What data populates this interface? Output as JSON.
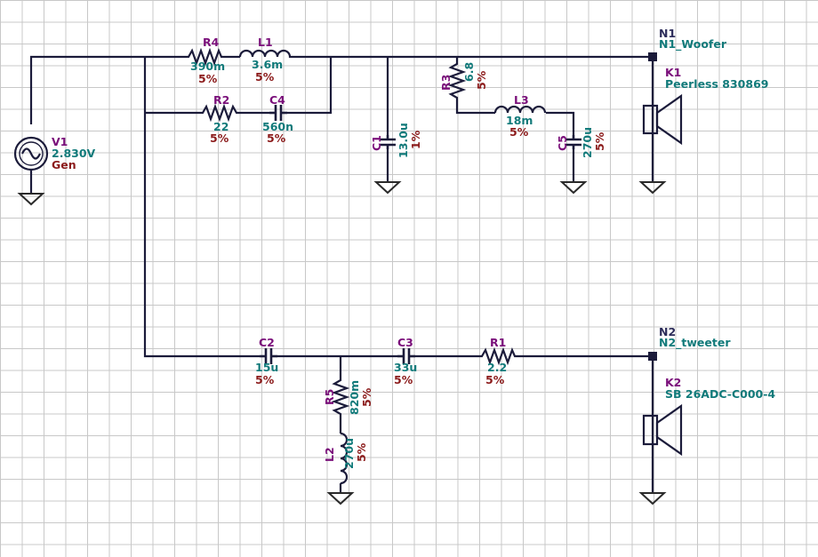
{
  "colors": {
    "wire": "#1b1b3a",
    "grid": "#c8c8c8",
    "reference": "#7a0f7a",
    "value": "#117a7a",
    "tolerance": "#8b1a1a"
  },
  "source": {
    "ref": "V1",
    "value": "2.830V",
    "name": "Gen"
  },
  "nodes": [
    {
      "id": "N1",
      "name": "N1_Woofer"
    },
    {
      "id": "N2",
      "name": "N2_tweeter"
    }
  ],
  "drivers": [
    {
      "ref": "K1",
      "model": "Peerless 830869"
    },
    {
      "ref": "K2",
      "model": "SB 26ADC-C000-4"
    }
  ],
  "components": {
    "R4": {
      "ref": "R4",
      "value": "390m",
      "tol": "5%"
    },
    "L1": {
      "ref": "L1",
      "value": "3.6m",
      "tol": "5%"
    },
    "R2": {
      "ref": "R2",
      "value": "22",
      "tol": "5%"
    },
    "C4": {
      "ref": "C4",
      "value": "560n",
      "tol": "5%"
    },
    "C1": {
      "ref": "C1",
      "value": "13.0u",
      "tol": "1%"
    },
    "R3": {
      "ref": "R3",
      "value": "6.8",
      "tol": "5%"
    },
    "L3": {
      "ref": "L3",
      "value": "18m",
      "tol": "5%"
    },
    "C5": {
      "ref": "C5",
      "value": "270u",
      "tol": "5%"
    },
    "C2": {
      "ref": "C2",
      "value": "15u",
      "tol": "5%"
    },
    "C3": {
      "ref": "C3",
      "value": "33u",
      "tol": "5%"
    },
    "R1": {
      "ref": "R1",
      "value": "2.2",
      "tol": "5%"
    },
    "R5": {
      "ref": "R5",
      "value": "820m",
      "tol": "5%"
    },
    "L2": {
      "ref": "L2",
      "value": "270u",
      "tol": "5%"
    }
  }
}
